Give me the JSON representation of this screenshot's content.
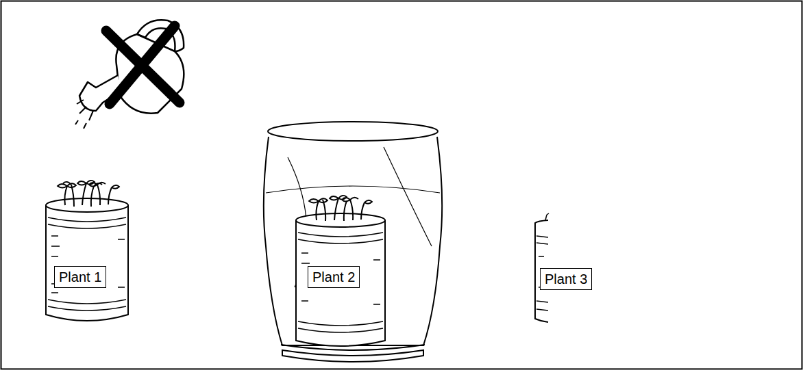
{
  "diagram": {
    "nodes": [
      {
        "text": [
          "Plant 1"
        ]
      },
      {
        "text": [
          "Plant 2"
        ]
      },
      {
        "text": [
          "Plant 3"
        ]
      }
    ]
  }
}
